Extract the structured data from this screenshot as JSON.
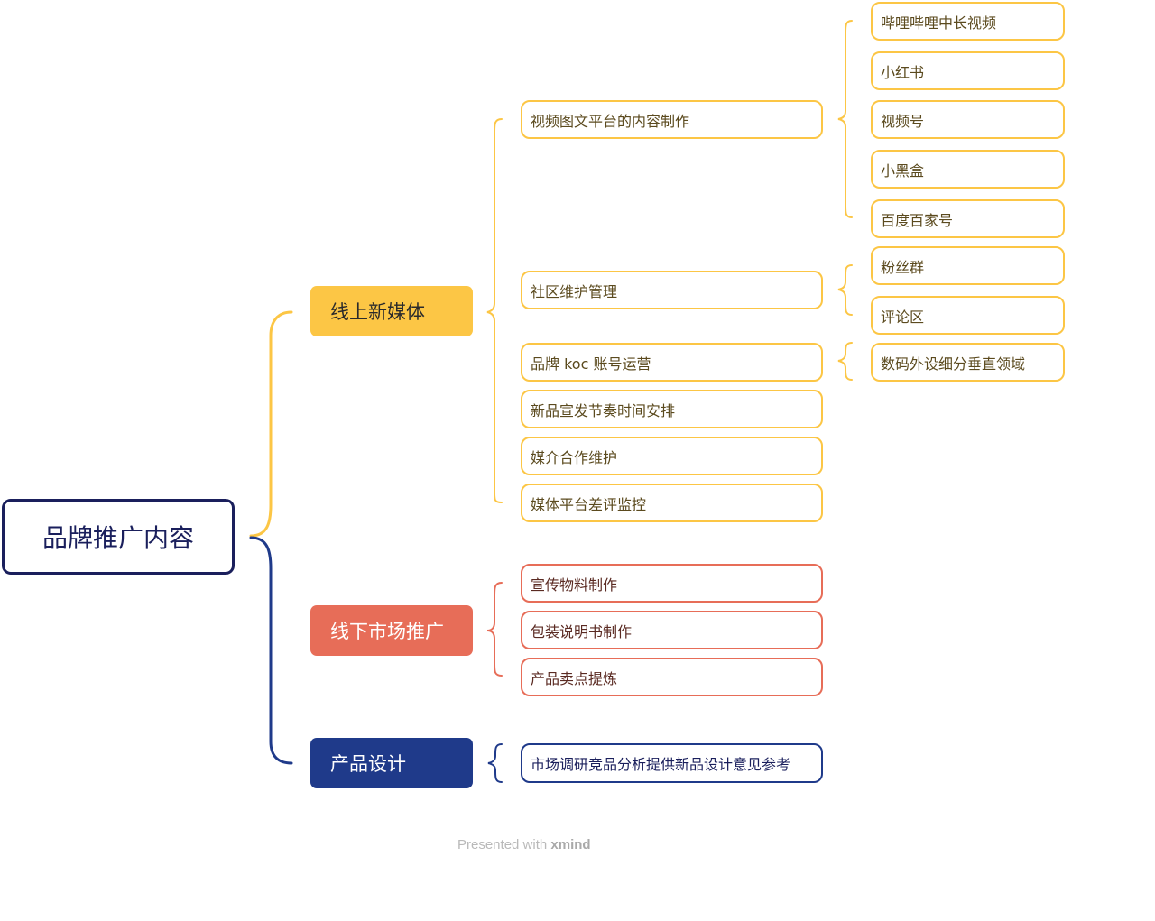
{
  "root": {
    "label": "品牌推广内容"
  },
  "branches": [
    {
      "label": "线上新媒体",
      "children": [
        {
          "label": "视频图文平台的内容制作",
          "children": [
            "哔哩哔哩中长视频",
            "小红书",
            "视频号",
            "小黑盒",
            "百度百家号"
          ]
        },
        {
          "label": "社区维护管理",
          "children": [
            "粉丝群",
            "评论区"
          ]
        },
        {
          "label": "品牌 koc 账号运营",
          "children": [
            "数码外设细分垂直领域"
          ]
        },
        {
          "label": "新品宣发节奏时间安排",
          "children": []
        },
        {
          "label": "媒介合作维护",
          "children": []
        },
        {
          "label": "媒体平台差评监控",
          "children": []
        }
      ]
    },
    {
      "label": "线下市场推广",
      "children": [
        {
          "label": "宣传物料制作",
          "children": []
        },
        {
          "label": "包装说明书制作",
          "children": []
        },
        {
          "label": "产品卖点提炼",
          "children": []
        }
      ]
    },
    {
      "label": "产品设计",
      "children": [
        {
          "label": "市场调研竞品分析提供新品设计意见参考",
          "children": []
        }
      ]
    }
  ],
  "footer": {
    "prefix": "Presented with ",
    "brand": "xmind"
  },
  "colors": {
    "root_border": "#1a1f5c",
    "online": "#fcc645",
    "offline": "#e76d58",
    "design": "#1f3a8a"
  }
}
